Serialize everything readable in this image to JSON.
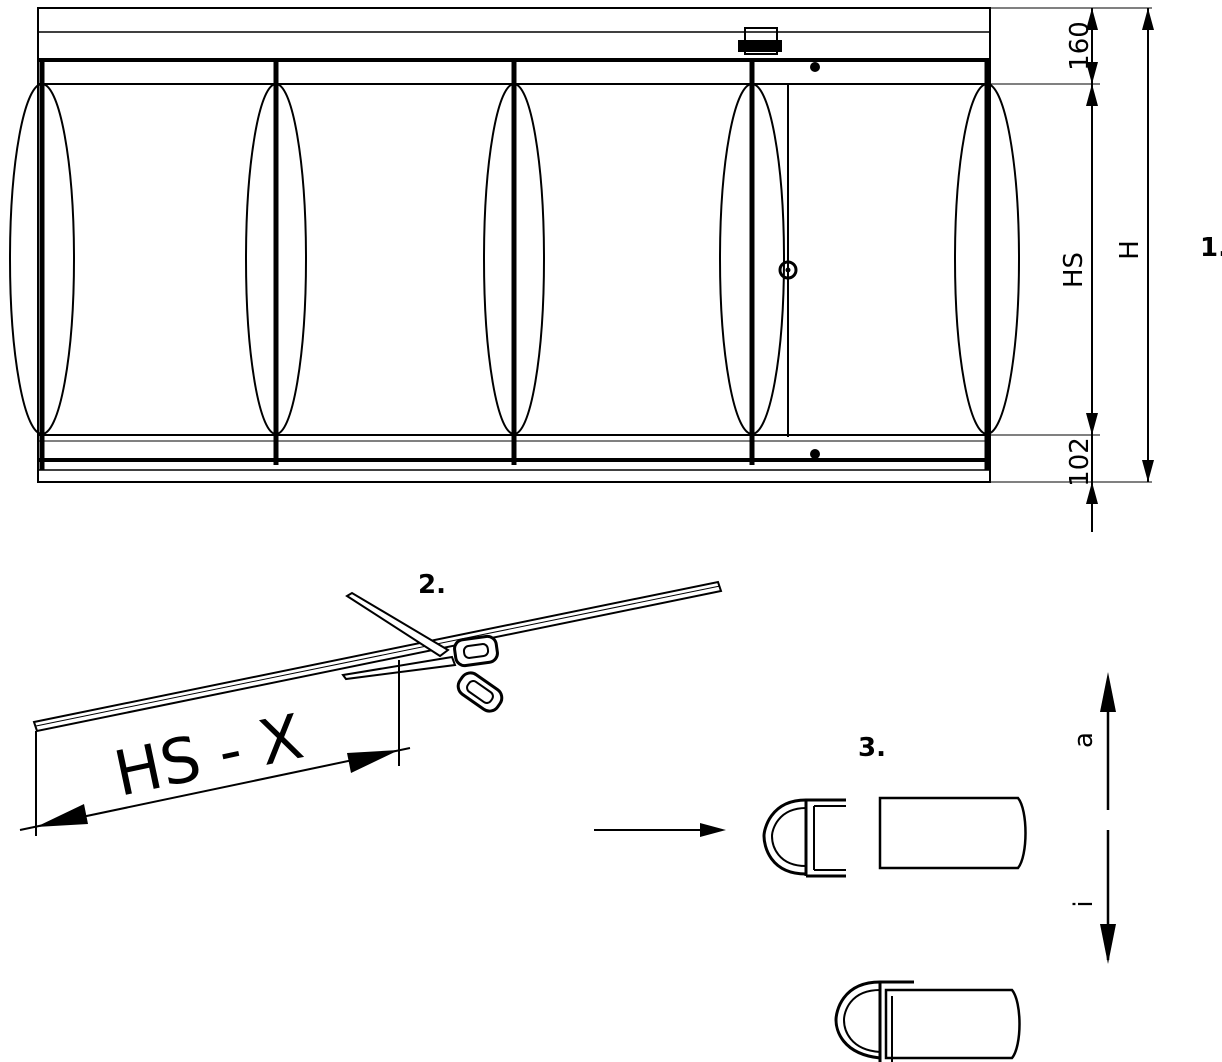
{
  "labels": {
    "step1": "1.",
    "step2": "2.",
    "step3": "3.",
    "dim_top": "160",
    "dim_bottom": "102",
    "dim_hs": "HS",
    "dim_h": "H",
    "cut_formula": "HS  -  X",
    "dir_a": "a",
    "dir_i": "i"
  },
  "colors": {
    "line": "#000000",
    "background": "#ffffff"
  }
}
